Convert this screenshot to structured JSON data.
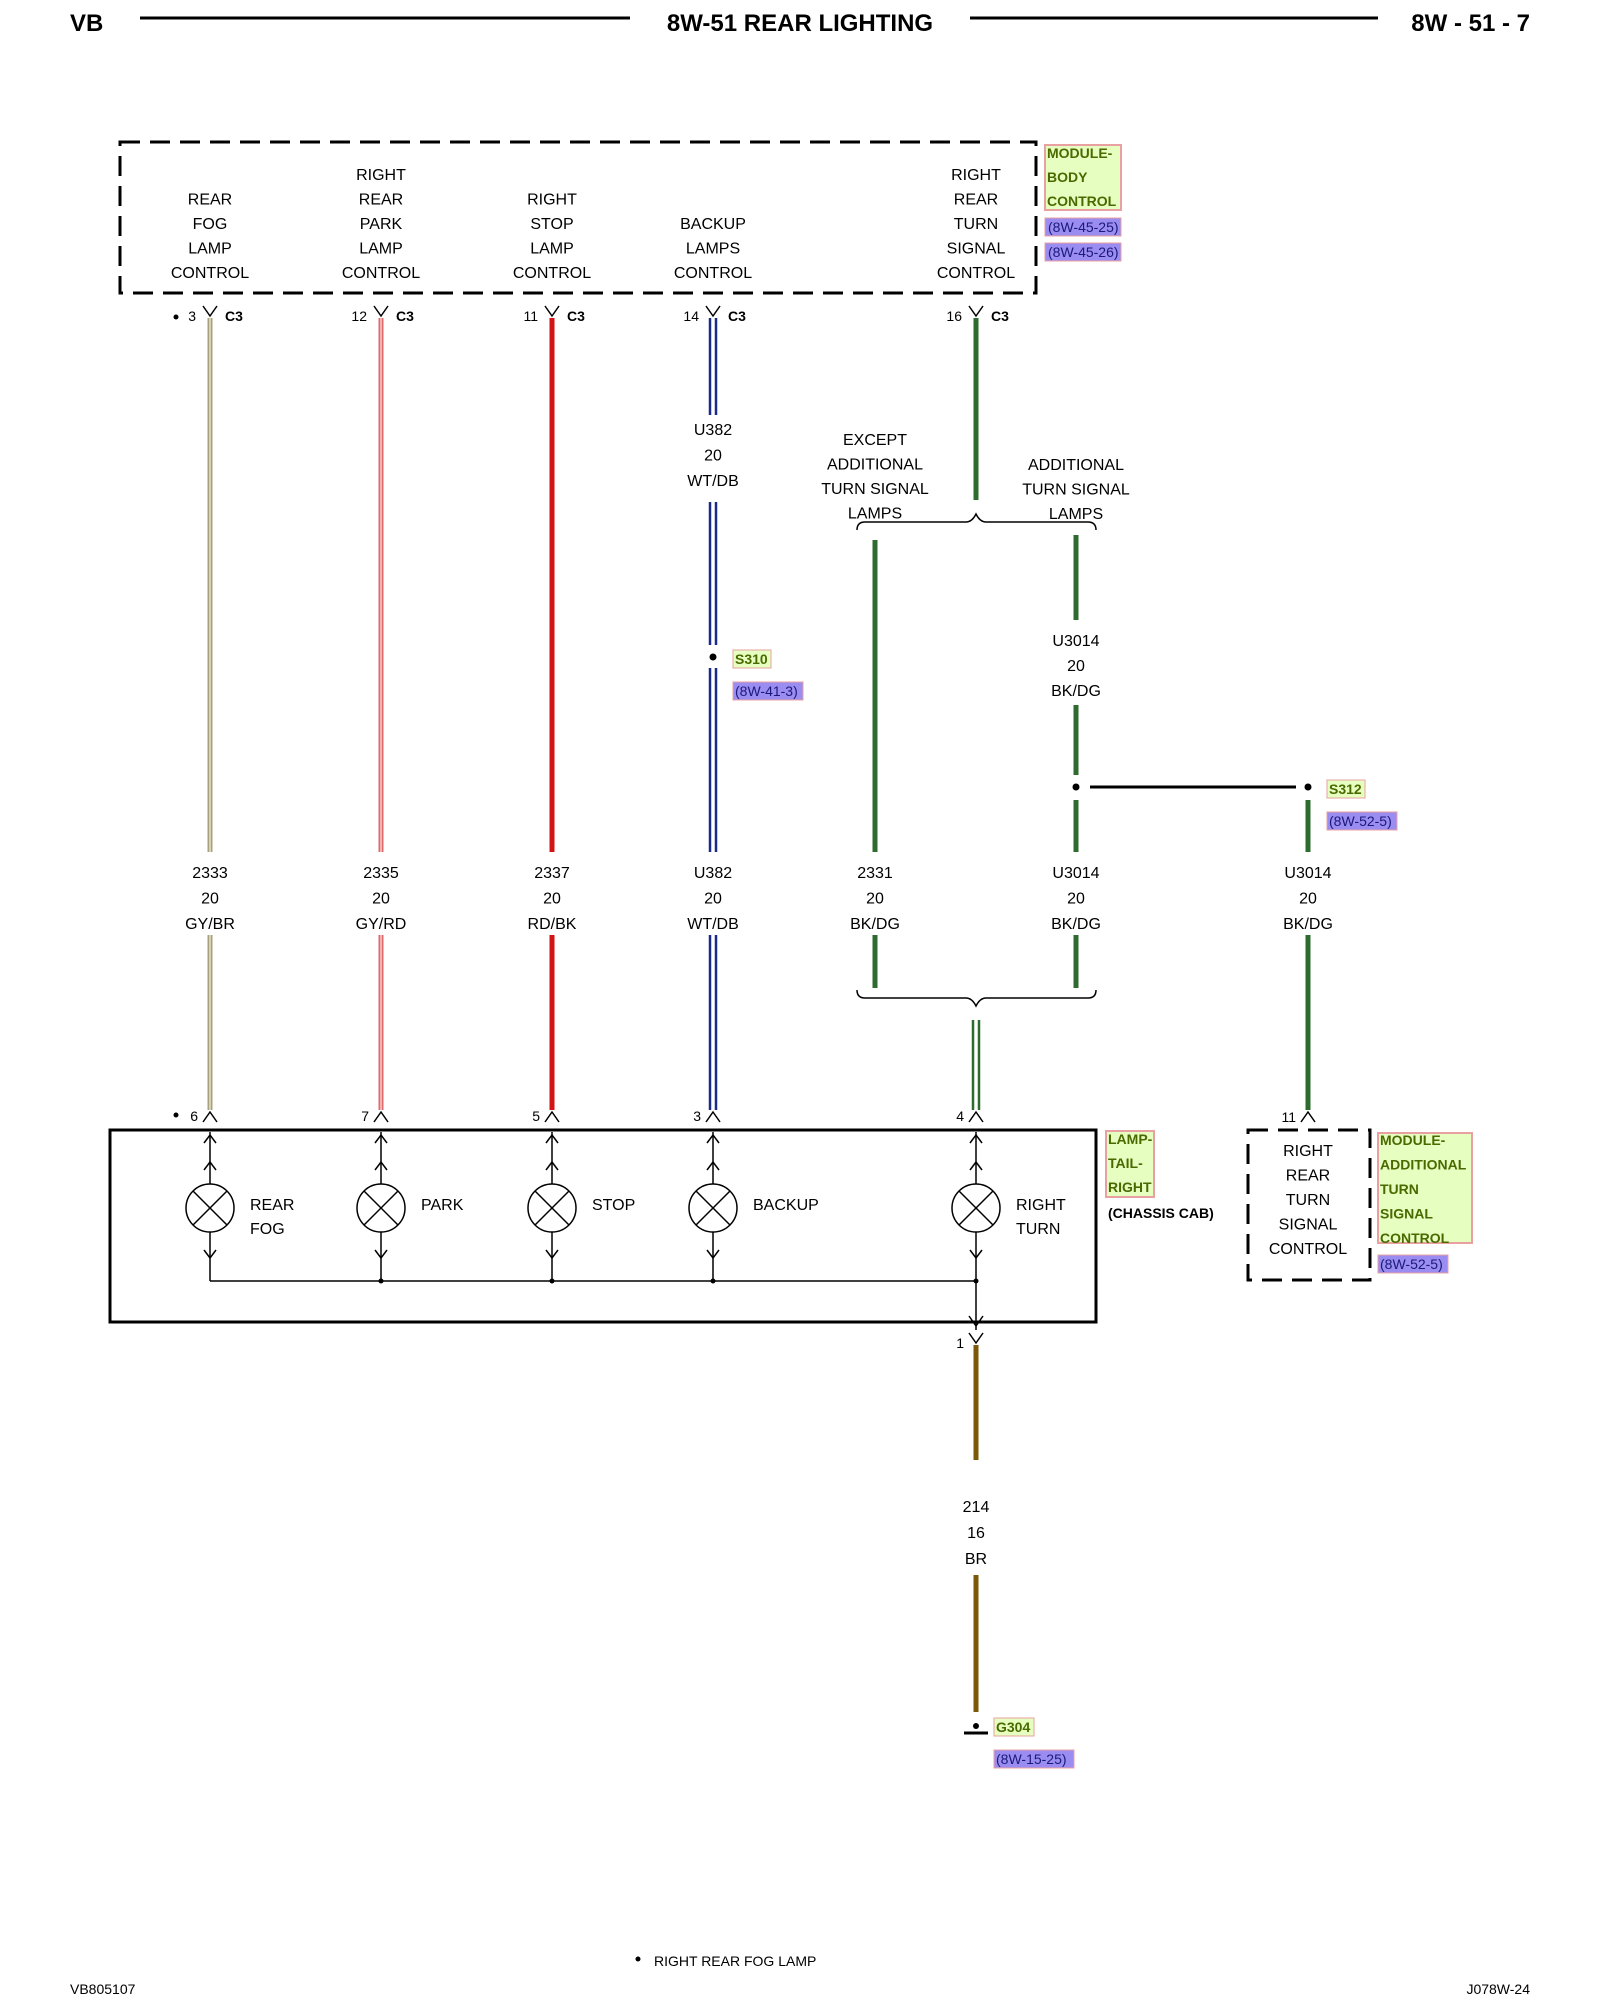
{
  "header": {
    "left": "VB",
    "title": "8W-51 REAR LIGHTING",
    "right": "8W - 51 - 7"
  },
  "footer": {
    "left": "VB805107",
    "right": "J078W-24",
    "note": "RIGHT REAR FOG LAMP"
  },
  "colors": {
    "gy_br": "#a8a27a",
    "gy_rd": "#e06a6a",
    "rd_bk": "#d21414",
    "wt_db": "#1a2a8a",
    "bk_dg": "#2e6b2e",
    "br": "#7a5a0a",
    "tag_fill": "#e6ffc0",
    "tag_border": "#e8a0a0",
    "ref_fill": "#9a8cf0"
  },
  "body_module": {
    "name": [
      "MODULE-",
      "BODY",
      "CONTROL"
    ],
    "refs": [
      "(8W-45-25)",
      "(8W-45-26)"
    ],
    "outputs": [
      {
        "lines": [
          "REAR",
          "FOG",
          "LAMP",
          "CONTROL"
        ],
        "pin": "3",
        "conn": "C3"
      },
      {
        "lines": [
          "RIGHT",
          "REAR",
          "PARK",
          "LAMP",
          "CONTROL"
        ],
        "pin": "12",
        "conn": "C3"
      },
      {
        "lines": [
          "RIGHT",
          "STOP",
          "LAMP",
          "CONTROL"
        ],
        "pin": "11",
        "conn": "C3"
      },
      {
        "lines": [
          "BACKUP",
          "LAMPS",
          "CONTROL"
        ],
        "pin": "14",
        "conn": "C3"
      },
      {
        "lines": [
          "RIGHT",
          "REAR",
          "TURN",
          "SIGNAL",
          "CONTROL"
        ],
        "pin": "16",
        "conn": "C3"
      }
    ]
  },
  "wire_u382_upper": [
    "U382",
    "20",
    "WT/DB"
  ],
  "splice_s310": {
    "name": "S310",
    "ref": "(8W-41-3)"
  },
  "branch_except": [
    "EXCEPT",
    "ADDITIONAL",
    "TURN SIGNAL",
    "LAMPS"
  ],
  "branch_additional": [
    "ADDITIONAL",
    "TURN SIGNAL",
    "LAMPS"
  ],
  "wire_u3014_upper": [
    "U3014",
    "20",
    "BK/DG"
  ],
  "splice_s312": {
    "name": "S312",
    "ref": "(8W-52-5)"
  },
  "wires_lower": [
    [
      "2333",
      "20",
      "GY/BR"
    ],
    [
      "2335",
      "20",
      "GY/RD"
    ],
    [
      "2337",
      "20",
      "RD/BK"
    ],
    [
      "U382",
      "20",
      "WT/DB"
    ],
    [
      "2331",
      "20",
      "BK/DG"
    ],
    [
      "U3014",
      "20",
      "BK/DG"
    ],
    [
      "U3014",
      "20",
      "BK/DG"
    ]
  ],
  "lamp_module": {
    "name": [
      "LAMP-",
      "TAIL-",
      "RIGHT"
    ],
    "variant": "(CHASSIS CAB)",
    "pins": [
      "6",
      "7",
      "5",
      "3",
      "4"
    ],
    "lamps": [
      [
        "REAR",
        "FOG"
      ],
      [
        "PARK"
      ],
      [
        "STOP"
      ],
      [
        "BACKUP"
      ],
      [
        "RIGHT",
        "TURN"
      ]
    ],
    "ground_pin": "1"
  },
  "addl_module": {
    "pin": "11",
    "lines": [
      "RIGHT",
      "REAR",
      "TURN",
      "SIGNAL",
      "CONTROL"
    ],
    "name": [
      "MODULE-",
      "ADDITIONAL",
      "TURN",
      "SIGNAL",
      "CONTROL"
    ],
    "ref": "(8W-52-5)"
  },
  "ground_wire": [
    "214",
    "16",
    "BR"
  ],
  "ground": {
    "name": "G304",
    "ref": "(8W-15-25)"
  }
}
